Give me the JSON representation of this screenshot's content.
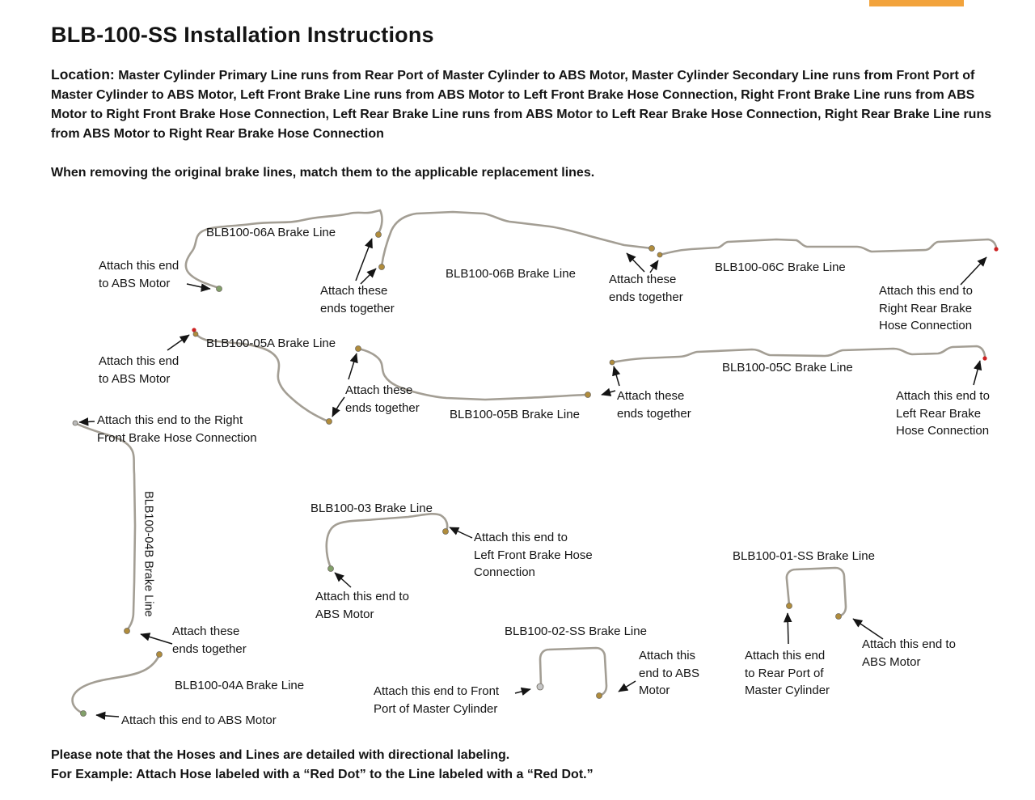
{
  "doc": {
    "title": "BLB-100-SS Installation Instructions",
    "location_heading": "Location:",
    "location_body": " Master Cylinder Primary Line runs from Rear Port of Master Cylinder to ABS Motor, Master Cylinder Secondary Line runs from Front Port of Master Cylinder to ABS Motor, Left Front Brake Line runs from ABS Motor to Left Front Brake Hose Connection, Right Front Brake Line runs from ABS Motor to Right Front Brake Hose Connection, Left Rear Brake Line runs from ABS Motor to Left Rear Brake Hose Connection, Right Rear Brake Line runs from ABS Motor to Right Rear Brake Hose Connection",
    "match_instruction": "When removing the original brake lines, match them to the applicable replacement lines.",
    "note_line1": "Please note that the Hoses and Lines are detailed with directional labeling.",
    "note_line2": "For Example: Attach Hose labeled with a “Red Dot” to the Line labeled with a “Red Dot.”"
  },
  "diagram": {
    "labels": [
      {
        "name": "line-06a-label",
        "text": "BLB100-06A Brake Line"
      },
      {
        "name": "attach-06a-abs",
        "text": "Attach this end\nto ABS Motor"
      },
      {
        "name": "attach-06ab-together",
        "text": "Attach these\nends together"
      },
      {
        "name": "line-06b-label",
        "text": "BLB100-06B Brake Line"
      },
      {
        "name": "attach-06bc-together",
        "text": "Attach these\nends together"
      },
      {
        "name": "line-06c-label",
        "text": "BLB100-06C Brake Line"
      },
      {
        "name": "attach-06c-rr-hose",
        "text": "Attach this end to\nRight Rear Brake\nHose Connection"
      },
      {
        "name": "line-05a-label",
        "text": "BLB100-05A Brake Line"
      },
      {
        "name": "attach-05a-abs",
        "text": "Attach this end\nto ABS Motor"
      },
      {
        "name": "attach-05ab-together",
        "text": "Attach these\nends together"
      },
      {
        "name": "line-05b-label",
        "text": "BLB100-05B Brake Line"
      },
      {
        "name": "attach-05bc-together",
        "text": "Attach these\nends together"
      },
      {
        "name": "line-05c-label",
        "text": "BLB100-05C Brake Line"
      },
      {
        "name": "attach-05c-lr-hose",
        "text": "Attach this end to\nLeft Rear Brake\nHose Connection"
      },
      {
        "name": "attach-04b-rf-hose",
        "text": "Attach this end to the Right\nFront Brake Hose Connection"
      },
      {
        "name": "line-04b-label",
        "text": "BLB100-04B Brake Line"
      },
      {
        "name": "line-03-label",
        "text": "BLB100-03 Brake Line"
      },
      {
        "name": "attach-03-lf-hose",
        "text": "Attach this end to\nLeft Front Brake Hose\nConnection"
      },
      {
        "name": "attach-03-abs",
        "text": "Attach this end to\nABS Motor"
      },
      {
        "name": "line-01ss-label",
        "text": "BLB100-01-SS Brake Line"
      },
      {
        "name": "attach-04ab-together",
        "text": "Attach these\nends together"
      },
      {
        "name": "line-02ss-label",
        "text": "BLB100-02-SS Brake Line"
      },
      {
        "name": "attach-02-abs",
        "text": "Attach this\nend to ABS\nMotor"
      },
      {
        "name": "attach-01-rear-port",
        "text": "Attach this end\nto Rear Port of\nMaster Cylinder"
      },
      {
        "name": "attach-01-abs",
        "text": "Attach this end to\nABS Motor"
      },
      {
        "name": "line-04a-label",
        "text": "BLB100-04A Brake Line"
      },
      {
        "name": "attach-02-front-port",
        "text": "Attach this end to Front\nPort of Master Cylinder"
      },
      {
        "name": "attach-04a-abs",
        "text": "Attach this end to ABS Motor"
      }
    ]
  },
  "colors": {
    "text": "#141414",
    "line_gray": "#a39e94",
    "brass_fitting": "#b08c3c",
    "green_fitting": "#82a06a",
    "red_dot": "#cc2222",
    "highlight_bar": "#f2a33c"
  }
}
